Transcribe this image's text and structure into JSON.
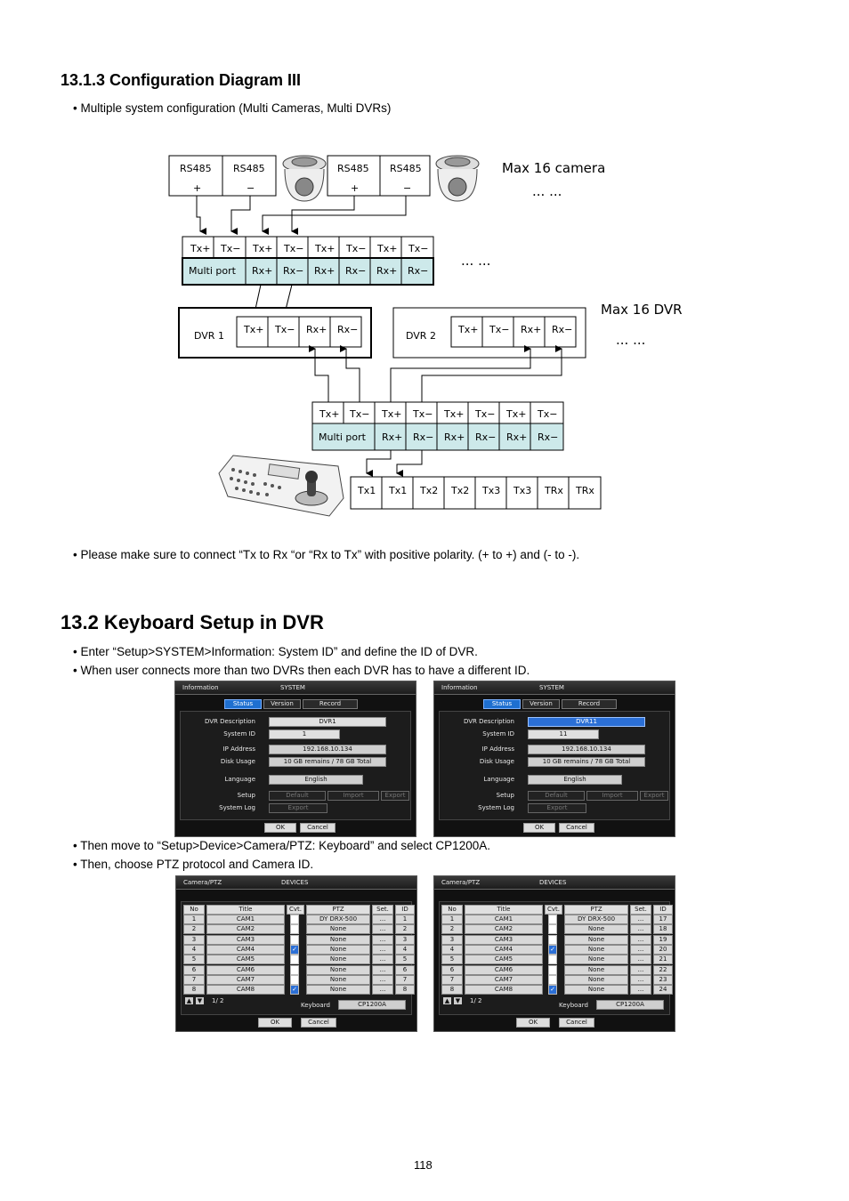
{
  "section_1313": {
    "heading": "13.1.3 Configuration Diagram III",
    "bullet": "• Multiple system configuration (Multi Cameras, Multi DVRs)"
  },
  "diagram": {
    "rs485": "RS485",
    "plus": "+",
    "minus": "−",
    "max_camera": "Max 16 camera",
    "max_dvr": "Max 16 DVR",
    "ellipsis": "... ...",
    "multi_port": "Multi port",
    "tx_plus": "Tx+",
    "tx_minus": "Tx−",
    "rx_plus": "Rx+",
    "rx_minus": "Rx−",
    "dvr1": "DVR 1",
    "dvr2": "DVR 2",
    "kb_ports": [
      "Tx1",
      "Tx1",
      "Tx2",
      "Tx2",
      "Tx3",
      "Tx3",
      "TRx",
      "TRx"
    ]
  },
  "polarity_note": "• Please make sure to connect “Tx to Rx “or “Rx to Tx” with positive polarity. (+ to +) and (- to -).",
  "section_132": {
    "heading": "13.2    Keyboard Setup in DVR",
    "bullet1": "• Enter “Setup>SYSTEM>Information: System ID” and define the ID of DVR.",
    "bullet2": "• When user connects more than two DVRs then each DVR has to have a different ID.",
    "bullet3": "• Then move to “Setup>Device>Camera/PTZ: Keyboard” and select CP1200A.",
    "bullet4": "• Then, choose PTZ protocol and Camera ID."
  },
  "info_screen": {
    "title_left": "Information",
    "title_center": "SYSTEM",
    "tabs": [
      "Status",
      "Version",
      "Record"
    ],
    "labels": [
      "DVR Description",
      "System ID",
      "IP Address",
      "Disk Usage",
      "Language",
      "Setup",
      "System Log"
    ],
    "ip": "192.168.10.134",
    "disk": "10 GB remains  /  78 GB Total",
    "language": "English",
    "setup_btns": [
      "Default",
      "Import",
      "Export"
    ],
    "log_btn": "Export",
    "ok": "OK",
    "cancel": "Cancel",
    "left": {
      "desc": "DVR1",
      "id": "1"
    },
    "right": {
      "desc": "DVR11",
      "id": "11"
    }
  },
  "ptz_screen": {
    "title_left": "Camera/PTZ",
    "title_center": "DEVICES",
    "headers": [
      "No",
      "Title",
      "Cvt.",
      "PTZ",
      "Set.",
      "ID"
    ],
    "cams": [
      "CAM1",
      "CAM2",
      "CAM3",
      "CAM4",
      "CAM5",
      "CAM6",
      "CAM7",
      "CAM8"
    ],
    "ptz": [
      "DY DRX-500",
      "None",
      "None",
      "None",
      "None",
      "None",
      "None",
      "None"
    ],
    "set": "...",
    "page": "1/ 2",
    "keyboard_label": "Keyboard",
    "keyboard_value": "CP1200A",
    "ok": "OK",
    "cancel": "Cancel",
    "left_ids": [
      "1",
      "2",
      "3",
      "4",
      "5",
      "6",
      "7",
      "8"
    ],
    "right_ids": [
      "17",
      "18",
      "19",
      "20",
      "21",
      "22",
      "23",
      "24"
    ]
  },
  "page_number": "118"
}
